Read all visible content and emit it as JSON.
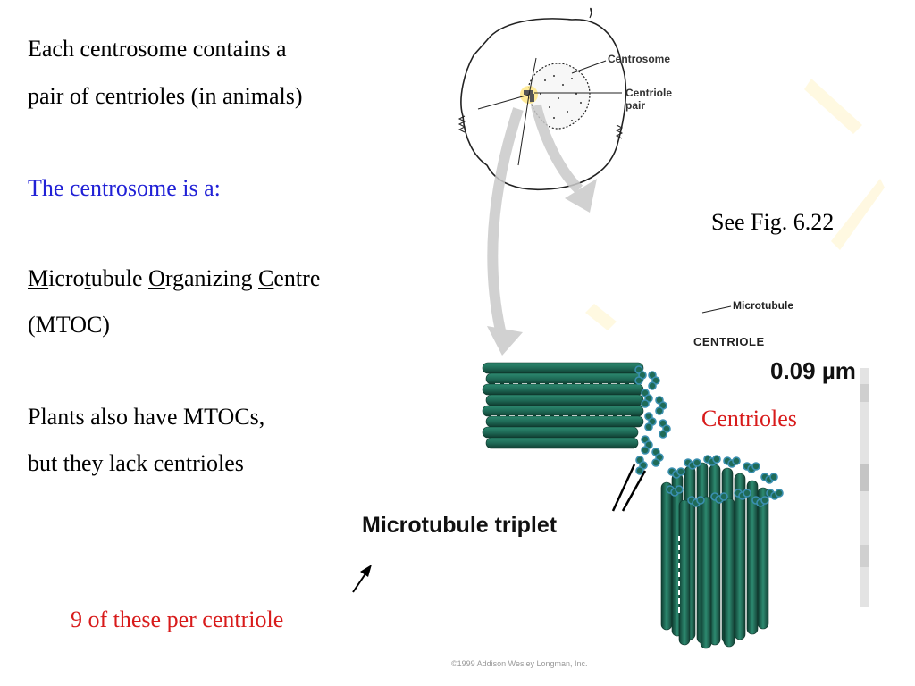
{
  "slide": {
    "line1": "Each centrosome contains a",
    "line2": "pair of centrioles (in animals)",
    "centrosome_is": "The centrosome is a:",
    "mtoc": {
      "m": "M",
      "icro": "icro",
      "t": "t",
      "ubule": "ubule ",
      "o": "O",
      "rganizing": "rganizing ",
      "c": "C",
      "entre": "entre"
    },
    "mtoc_abbrev": "(MTOC)",
    "plants1": "Plants also have MTOCs,",
    "plants2": "but they lack centrioles",
    "see_fig": "See Fig. 6.22",
    "centrioles_label": "Centrioles",
    "nine_per": "9 of these per centriole"
  },
  "figure": {
    "centrosome_label": "Centrosome",
    "centriole_pair_label_1": "Centriole",
    "centriole_pair_label_2": "pair",
    "microtubule_label": "Microtubule",
    "centriole_heading": "CENTRIOLE",
    "scale_label": "0.09 µm",
    "triplet_label": "Microtubule triplet",
    "copyright": "©1999 Addison Wesley Longman, Inc."
  },
  "colors": {
    "blue_text": "#2121d6",
    "red_text": "#d81b1b",
    "tubule_green": "#1f6b57",
    "tubule_dark": "#0f3d31",
    "tubule_end": "#3a8fb0"
  }
}
